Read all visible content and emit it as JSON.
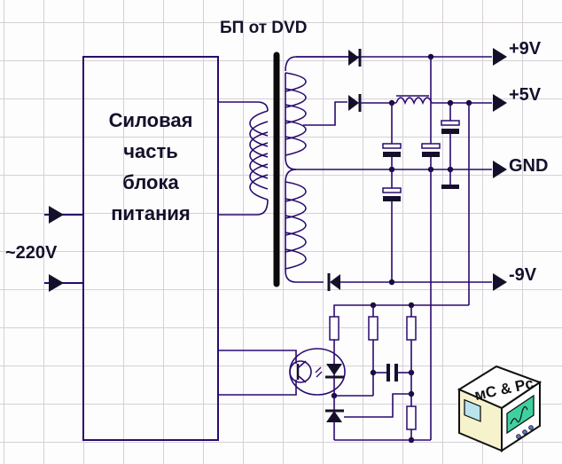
{
  "title": "БП от DVD",
  "block_label": [
    "Силовая",
    "часть",
    "блока",
    "питания"
  ],
  "input_label": "~220V",
  "outputs": [
    {
      "label": "+9V"
    },
    {
      "label": "+5V"
    },
    {
      "label": "GND"
    },
    {
      "label": "-9V"
    }
  ],
  "logo": {
    "text": "мC & Pc"
  },
  "colors": {
    "wire": "#2a0a6e",
    "text": "#15102a",
    "grid": "#d6d0d6",
    "screen_left": "#b9e4ee",
    "screen_right": "#3fd0a0",
    "panel_left": "#f3eec0"
  }
}
